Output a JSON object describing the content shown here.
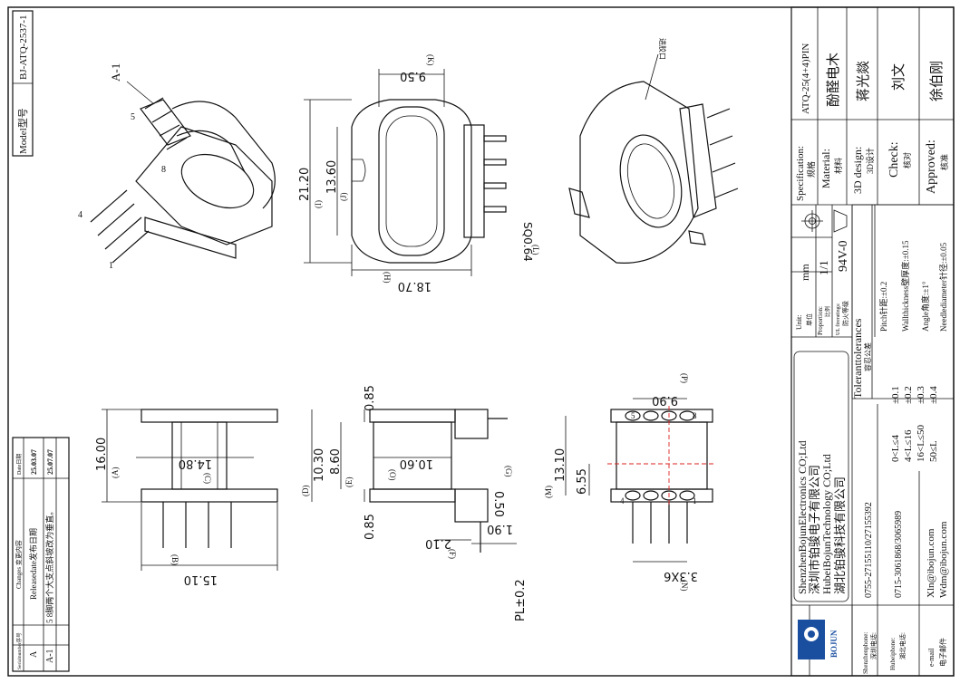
{
  "model_label": "Model型号",
  "model_value": "BJ-ATQ-2537-1",
  "title_block": {
    "spec_label_en": "Specification:",
    "spec_label_cn": "规格",
    "spec_value": "ATQ-25(4+4)PIN",
    "material_label_en": "Material:",
    "material_label_cn": "材料",
    "material_value": "酚醛电木",
    "design_label_en": "3D design:",
    "design_label_cn": "3D设计",
    "design_value": "蒋光燚",
    "check_label_en": "Check:",
    "check_label_cn": "核对",
    "check_value": "刘文",
    "approved_label_en": "Approved:",
    "approved_label_cn": "核准",
    "approved_value": "徐伯刚",
    "unit_label_en": "Unit:",
    "unit_label_cn": "单位",
    "unit_value": "mm",
    "proportion_label_en": "Proportion:",
    "proportion_label_cn": "比例",
    "proportion_value": "1/1",
    "ul_label_en": "UL fireratings:",
    "ul_label_cn": "防火等级",
    "ul_value": "94V-0",
    "tolerance_title_en": "Toleranttolerances",
    "tolerance_title_cn": "容忍公差",
    "tol_ranges": [
      "0<L≤4",
      "4<L≤16",
      "16<L≤50",
      "50≤L"
    ],
    "tol_values": [
      "±0.1",
      "±0.2",
      "±0.3",
      "±0.4"
    ],
    "pitch_tol": "Pitch针距:±0.2",
    "wall_tol": "Wallthickness壁厚度:±0.15",
    "angle_tol": "Angle角度:±1°",
    "needle_tol": "Needlediameter针径:±0.05",
    "company_en1": "ShenzhenBojunElectronics CO;Ltd",
    "company_cn1": "深圳市铂骏电子有限公司",
    "company_en2": "HubeiBojunTechnology CO;Ltd",
    "company_cn2": "湖北铂骏科技有限公司",
    "logo_text": "BOJUN",
    "sz_phone_label_en": "Shenzhenphone:",
    "sz_phone_label_cn": "深圳电话:",
    "sz_phone": "0755-27155110/27155392",
    "hb_phone_label_en": "Hubeiphone:",
    "hb_phone_label_cn": "湖北电话:",
    "hb_phone": "0715-3061868/3065989",
    "email_label_en": "e-mail",
    "email_label_cn": "电子邮件",
    "email1": "Xln@ibojun.com",
    "email2": "Wdm@ibojun.com"
  },
  "changes": {
    "col_serial": "Serialnumber序号",
    "col_changes": "Changes 变更内容",
    "col_date": "Date日期",
    "rows": [
      {
        "serial": "A",
        "content": "Releasedate发布日期",
        "date": "25.03.07"
      },
      {
        "serial": "A-1",
        "content": "5 8脚两个大支点斜坡改为垂直。",
        "date": "25.07.07"
      }
    ]
  },
  "dimensions": {
    "k": "9.50",
    "k_tag": "(K)",
    "i": "21.20",
    "i_tag": "(I)",
    "j": "13.60",
    "j_tag": "(J)",
    "h": "18.70",
    "h_tag": "(H)",
    "l": "SQ0.64",
    "l_tag": "(L)",
    "a": "16.00",
    "a_tag": "(A)",
    "c": "14.80",
    "c_tag": "(C)",
    "b": "15.10",
    "b_tag": "(B)",
    "d": "10.30",
    "d_tag": "(D)",
    "e": "8.60",
    "e_tag": "(E)",
    "top_085": "0.85",
    "bot_085": "0.85",
    "o": "10.60",
    "o_tag": "(O)",
    "g": "0.50",
    "g_tag": "(G)",
    "f": "2.10",
    "f_tag": "(F)",
    "pin_len": "1.90",
    "pl": "PL±0.2",
    "m": "13.10",
    "m_tag": "(M)",
    "m2": "6.55",
    "p": "9.90",
    "p_tag": "(P)",
    "n": "3.3X6",
    "n_tag": "(N)"
  },
  "labels": {
    "a1": "A-1",
    "pin5": "5",
    "pin8": "8",
    "pin4": "4",
    "pin1": "1",
    "gate": "进胶口",
    "bv_pin4": "4",
    "bv_pin5": "5",
    "bv_pin8": "8",
    "bv_pin1": "1"
  }
}
